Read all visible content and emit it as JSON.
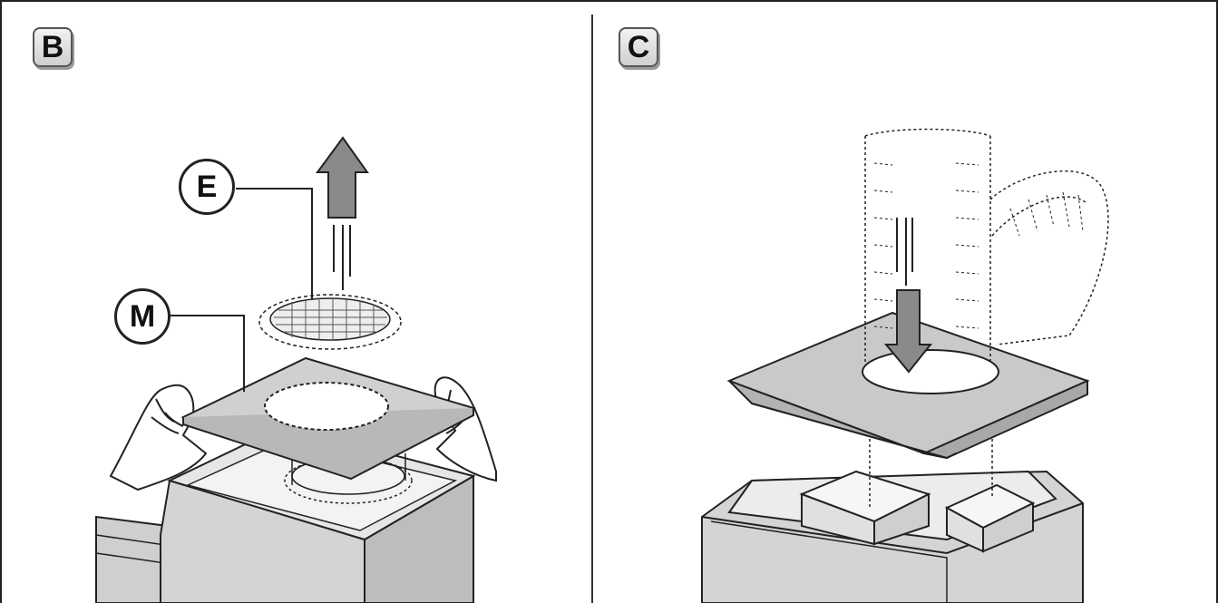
{
  "panels": [
    {
      "label": "B",
      "callouts": [
        "E",
        "M"
      ]
    },
    {
      "label": "C"
    }
  ],
  "colors": {
    "line": "#222222",
    "panel_fill": "#d9d9d9",
    "arrow_fill": "#8a8a8a"
  }
}
